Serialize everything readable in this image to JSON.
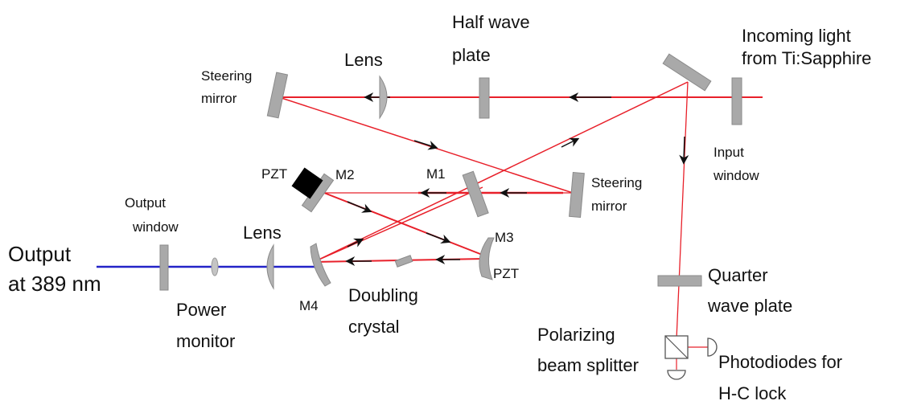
{
  "colors": {
    "beam_red": "#e8202a",
    "beam_blue": "#2323c8",
    "optic_gray": "#a9a9a9",
    "optic_stroke": "#8a8a8a",
    "pzt_black": "#000000",
    "arrow": "#111111"
  },
  "labels": {
    "incoming_line1": "Incoming light",
    "incoming_line2": "from Ti:Sapphire",
    "half_wave_line1": "Half wave",
    "half_wave_line2": "plate",
    "lens_top": "Lens",
    "steering_top_line1": "Steering",
    "steering_top_line2": "mirror",
    "input_window_line1": "Input",
    "input_window_line2": "window",
    "steering_right_line1": "Steering",
    "steering_right_line2": "mirror",
    "pzt_m2": "PZT",
    "m2": "M2",
    "m1": "M1",
    "m3": "M3",
    "pzt_m3": "PZT",
    "m4": "M4",
    "output_window_line1": "Output",
    "output_window_line2": "window",
    "lens_bottom": "Lens",
    "output_line1": "Output",
    "output_line2": "at 389 nm",
    "power_monitor_line1": "Power",
    "power_monitor_line2": "monitor",
    "doubling_line1": "Doubling",
    "doubling_line2": "crystal",
    "quarter_line1": "Quarter",
    "quarter_line2": "wave plate",
    "pbs_line1": "Polarizing",
    "pbs_line2": "beam splitter",
    "photodiodes_line1": "Photodiodes for",
    "photodiodes_line2": "H-C lock"
  }
}
